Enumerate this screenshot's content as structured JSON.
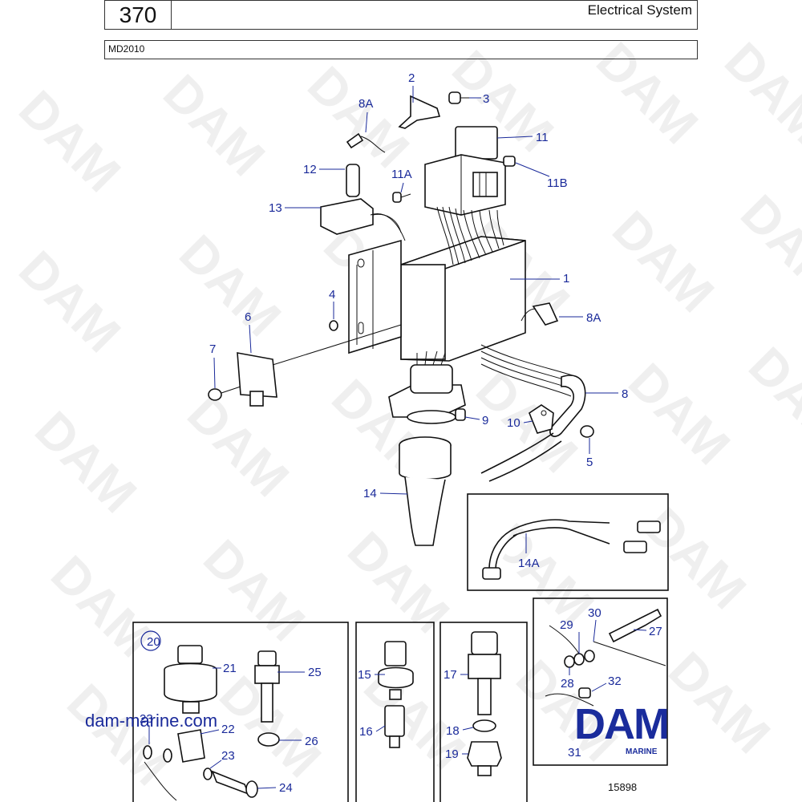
{
  "header": {
    "page_number": "370",
    "title": "Electrical System",
    "model": "MD2010"
  },
  "callouts": {
    "c1": "1",
    "c2": "2",
    "c3": "3",
    "c4": "4",
    "c5": "5",
    "c6": "6",
    "c7": "7",
    "c8": "8",
    "c8a_top": "8A",
    "c8a_right": "8A",
    "c9": "9",
    "c10": "10",
    "c11": "11",
    "c11a": "11A",
    "c11b": "11B",
    "c12": "12",
    "c13": "13",
    "c14": "14",
    "c14a": "14A",
    "c15": "15",
    "c16": "16",
    "c17": "17",
    "c18": "18",
    "c19": "19",
    "c20": "20",
    "c21": "21",
    "c22": "22",
    "c23a": "23",
    "c23b": "23",
    "c24": "24",
    "c25": "25",
    "c26": "26",
    "c27": "27",
    "c28": "28",
    "c29": "29",
    "c30": "30",
    "c31": "31",
    "c32": "32"
  },
  "footer": {
    "website": "dam-marine.com",
    "drawing_number": "15898",
    "logo_main": "DAM",
    "logo_sub": "MARINE"
  },
  "colors": {
    "callout": "#1a2a9a",
    "logo": "#1a2c9c",
    "line": "#111111"
  }
}
